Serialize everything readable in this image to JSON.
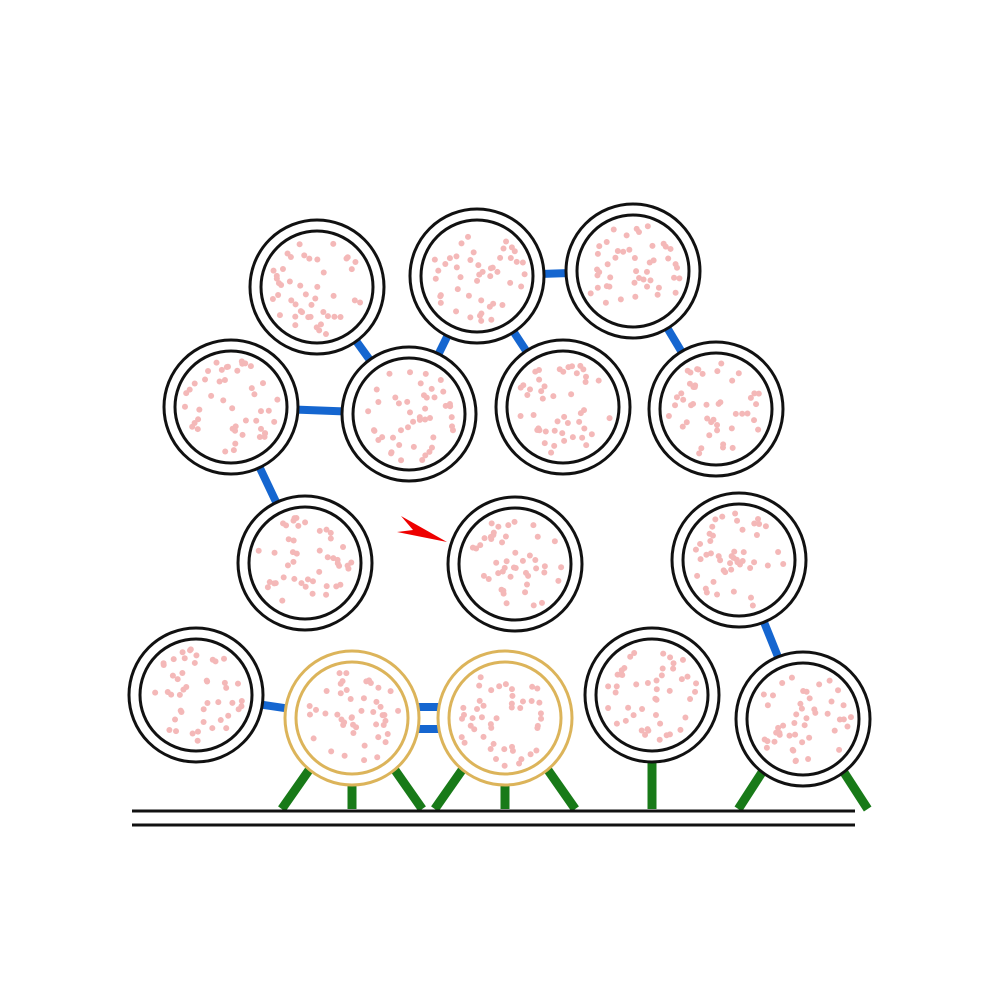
{
  "colors": {
    "background": "#ffffff",
    "vesicle_outline": "#111111",
    "docked_outline": "#dcb45a",
    "content_dot": "#f4b8b8",
    "tether": "#1566d0",
    "anchor": "#187a18",
    "membrane": "#111111",
    "arrow": "#ee0000"
  },
  "vesicles": [
    {
      "id": "v1",
      "state": "free"
    },
    {
      "id": "v2",
      "state": "free"
    },
    {
      "id": "v3",
      "state": "free"
    },
    {
      "id": "v4",
      "state": "free"
    },
    {
      "id": "v5",
      "state": "free"
    },
    {
      "id": "v6",
      "state": "free"
    },
    {
      "id": "v7",
      "state": "free"
    },
    {
      "id": "v8",
      "state": "free"
    },
    {
      "id": "v9",
      "state": "free",
      "highlighted": true
    },
    {
      "id": "v10",
      "state": "free"
    },
    {
      "id": "v11",
      "state": "free"
    },
    {
      "id": "v12",
      "state": "primed"
    },
    {
      "id": "v13",
      "state": "primed"
    },
    {
      "id": "v14",
      "state": "docked"
    },
    {
      "id": "v15",
      "state": "docked"
    }
  ],
  "tethers": [
    [
      "v1",
      "v5"
    ],
    [
      "v2",
      "v5"
    ],
    [
      "v2",
      "v3"
    ],
    [
      "v2",
      "v6"
    ],
    [
      "v3",
      "v7"
    ],
    [
      "v4",
      "v5"
    ],
    [
      "v4",
      "v8"
    ],
    [
      "v10",
      "v15"
    ],
    [
      "v11",
      "v12"
    ],
    [
      "v12",
      "v13"
    ],
    [
      "v12",
      "v13"
    ]
  ],
  "anchors": [
    {
      "vesicle": "v12",
      "count": 3
    },
    {
      "vesicle": "v13",
      "count": 3
    },
    {
      "vesicle": "v14",
      "count": 1
    },
    {
      "vesicle": "v15",
      "count": 2
    }
  ],
  "arrow": {
    "points_to": "v9"
  }
}
